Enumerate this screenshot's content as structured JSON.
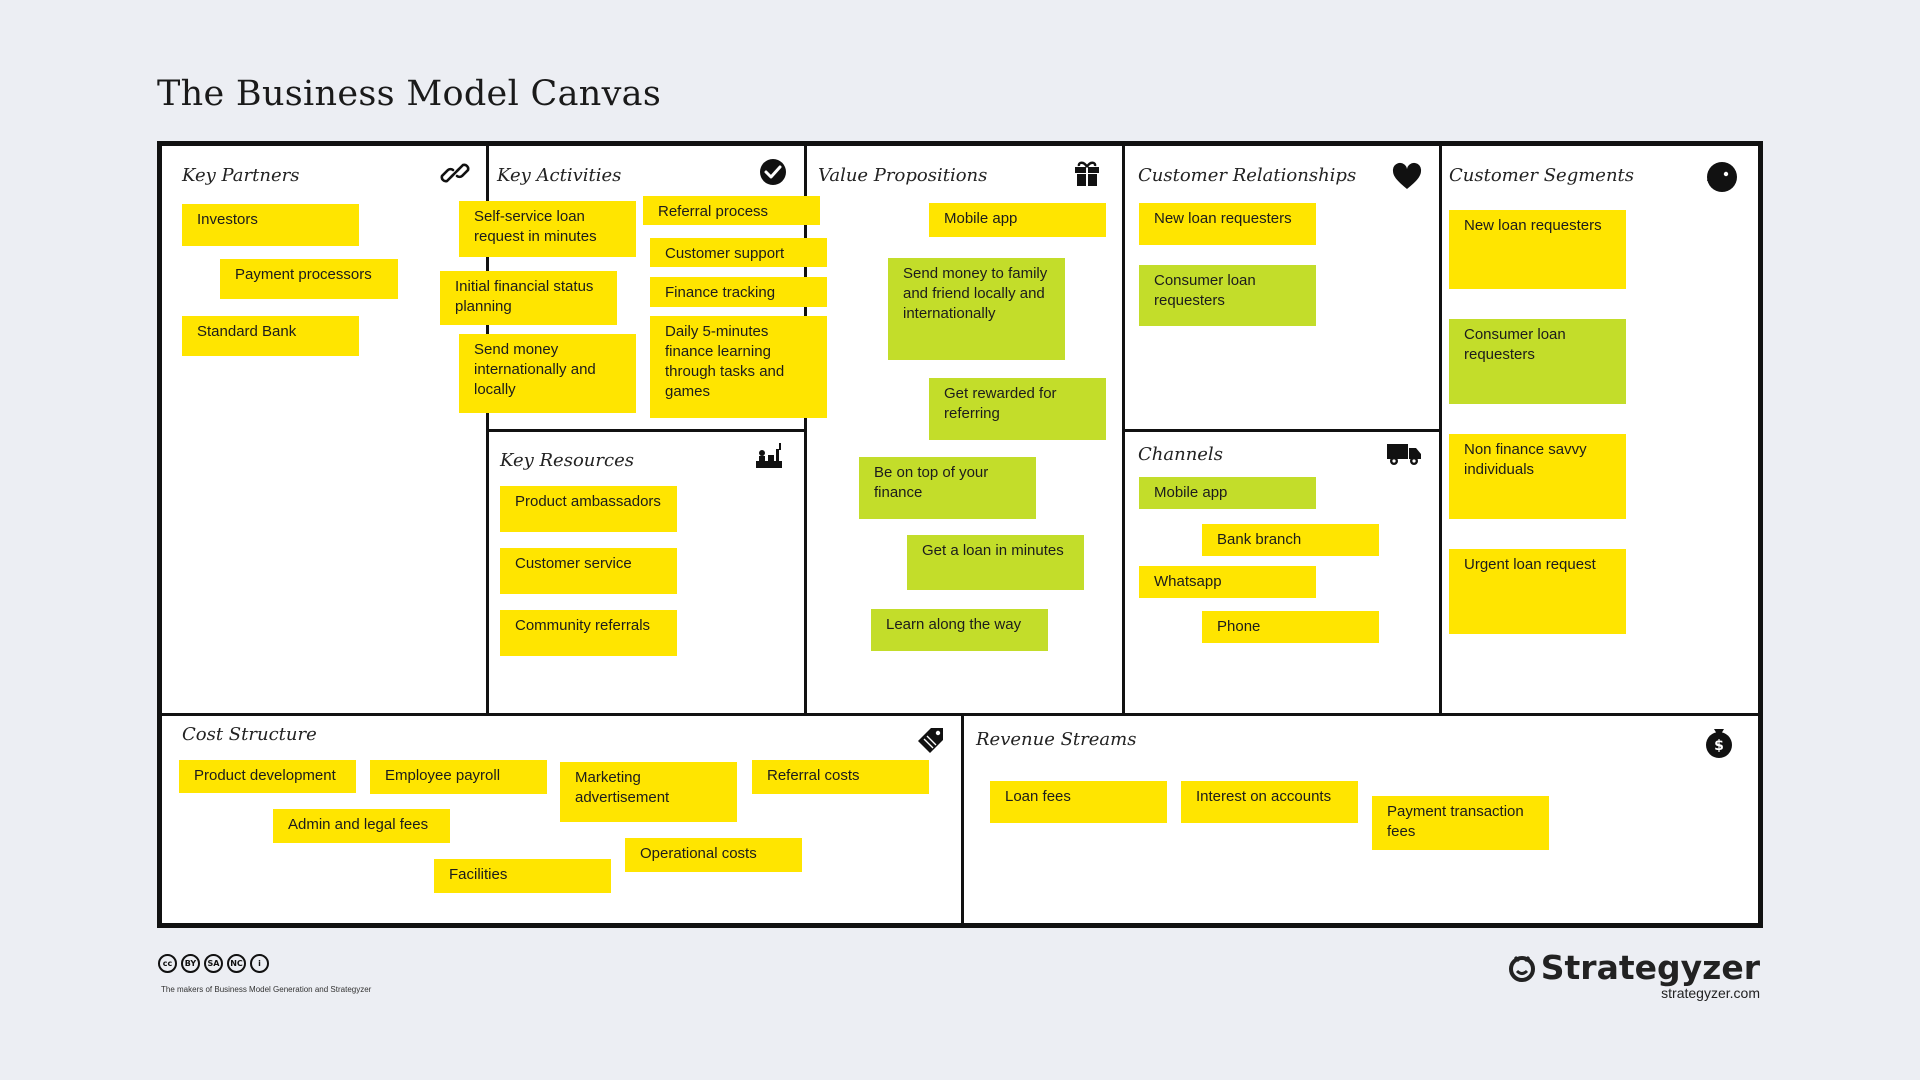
{
  "title": "The Business Model Canvas",
  "colors": {
    "yellow": "#ffe500",
    "green": "#c3dd2a",
    "border": "#111111",
    "background": "#eceef3"
  },
  "sections": {
    "key_partners": "Key Partners",
    "key_activities": "Key Activities",
    "key_resources": "Key Resources",
    "value_propositions": "Value Propositions",
    "customer_relationships": "Customer Relationships",
    "channels": "Channels",
    "customer_segments": "Customer Segments",
    "cost_structure": "Cost Structure",
    "revenue_streams": "Revenue Streams"
  },
  "icons": {
    "key_partners": "link-icon",
    "key_activities": "check-circle-icon",
    "key_resources": "factory-worker-icon",
    "value_propositions": "gift-icon",
    "customer_relationships": "heart-icon",
    "channels": "truck-icon",
    "customer_segments": "face-icon",
    "cost_structure": "price-tag-icon",
    "revenue_streams": "money-bag-icon"
  },
  "notes": {
    "kp_investors": "Investors",
    "kp_payment_processors": "Payment processors",
    "kp_standard_bank": "Standard Bank",
    "ka_self_service": "Self-service loan request in minutes",
    "ka_referral_process": "Referral process",
    "ka_customer_support": "Customer support",
    "ka_finance_tracking": "Finance tracking",
    "ka_initial_status": "Initial financial status planning",
    "ka_send_money": "Send money internationally and locally",
    "ka_daily_learning": "Daily 5-minutes finance learning through tasks and games",
    "kr_ambassadors": "Product ambassadors",
    "kr_customer_service": "Customer service",
    "kr_community_referrals": "Community referrals",
    "vp_mobile_app": "Mobile app",
    "vp_send_money": "Send money to family and friend locally and internationally",
    "vp_rewarded": "Get rewarded for referring",
    "vp_on_top": "Be on top of your finance",
    "vp_loan_minutes": "Get a loan in minutes",
    "vp_learn": "Learn along the way",
    "cr_new_loan": "New loan requesters",
    "cr_consumer_loan": "Consumer loan requesters",
    "ch_mobile_app": "Mobile app",
    "ch_bank_branch": "Bank branch",
    "ch_whatsapp": "Whatsapp",
    "ch_phone": "Phone",
    "cs_new_loan": "New loan requesters",
    "cs_consumer_loan": "Consumer loan requesters",
    "cs_non_finance": "Non finance savvy individuals",
    "cs_urgent": "Urgent loan request",
    "cost_product_dev": "Product development",
    "cost_payroll": "Employee payroll",
    "cost_marketing": "Marketing advertisement",
    "cost_referral": "Referral costs",
    "cost_admin": "Admin and legal fees",
    "cost_operational": "Operational costs",
    "cost_facilities": "Facilities",
    "rev_loan_fees": "Loan fees",
    "rev_interest": "Interest on accounts",
    "rev_payment_fees": "Payment transaction fees"
  },
  "footer": {
    "license_icons": [
      "cc-icon",
      "by-icon",
      "sa-icon",
      "nc-icon",
      "person-icon"
    ],
    "license_glyphs": [
      "cc",
      "BY",
      "SA",
      "NC",
      "i"
    ],
    "makers_text": "The makers of Business Model Generation and Strategyzer",
    "brand": "Strategyzer",
    "url": "strategyzer.com"
  }
}
